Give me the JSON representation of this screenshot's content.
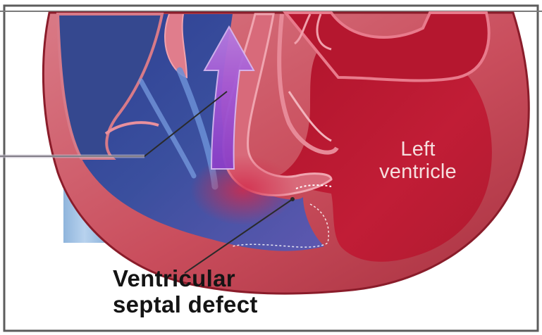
{
  "labels": {
    "left_ventricle": "Left\nventricle",
    "ventricular_septal_defect": "Ventricular\nseptal defect"
  },
  "colors": {
    "page_background": "#ffffff",
    "frame_border": "#5c5c5c",
    "heart_wall_outer": "#c94d5c",
    "heart_wall_edge": "#8a1c2a",
    "oxygenated_chamber": "#c01a33",
    "deoxygenated_chamber": "#3a4f9e",
    "mixed_blood_flow": "#a24fd2",
    "septum": "#d86a7a",
    "leader_line": "#2a2a2a",
    "light_label_text": "#f6dede",
    "dark_label_text": "#141414"
  },
  "icons": [
    "blood-flow-arrow"
  ]
}
